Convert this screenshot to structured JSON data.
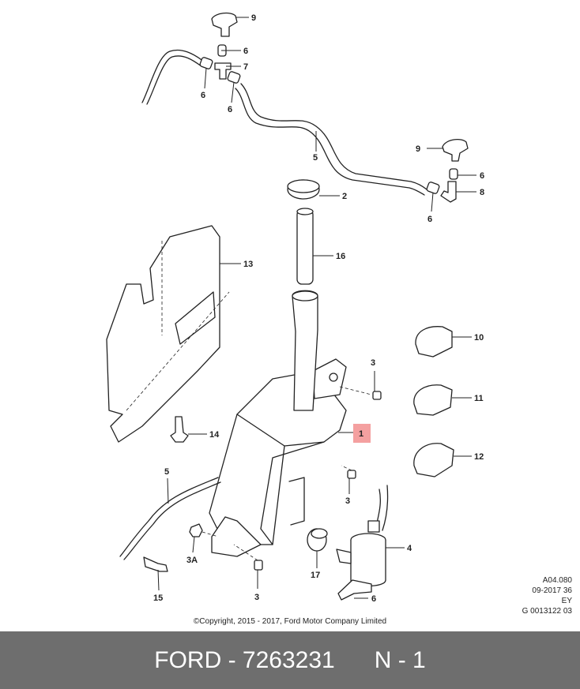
{
  "callouts": {
    "c1": "1",
    "c2": "2",
    "c3a": "3",
    "c3b": "3",
    "c3c": "3",
    "c3A": "3A",
    "c4": "4",
    "c5a": "5",
    "c5b": "5",
    "c6a": "6",
    "c6b": "6",
    "c6c": "6",
    "c6d": "6",
    "c6e": "6",
    "c6f": "6",
    "c7": "7",
    "c8": "8",
    "c9a": "9",
    "c9b": "9",
    "c10": "10",
    "c11": "11",
    "c12": "12",
    "c13": "13",
    "c14": "14",
    "c15": "15",
    "c16": "16",
    "c17": "17"
  },
  "highlight_color": "#f4a0a0",
  "meta": {
    "line1": "A04.080",
    "line2": "09-2017 36",
    "line3": "EY",
    "line4": "G 0013122 03"
  },
  "copyright": "©Copyright, 2015 - 2017, Ford Motor Company Limited",
  "footer": {
    "part_label": "FORD - 7263231",
    "qty_label": "N - 1",
    "background": "#6e6e6e"
  }
}
